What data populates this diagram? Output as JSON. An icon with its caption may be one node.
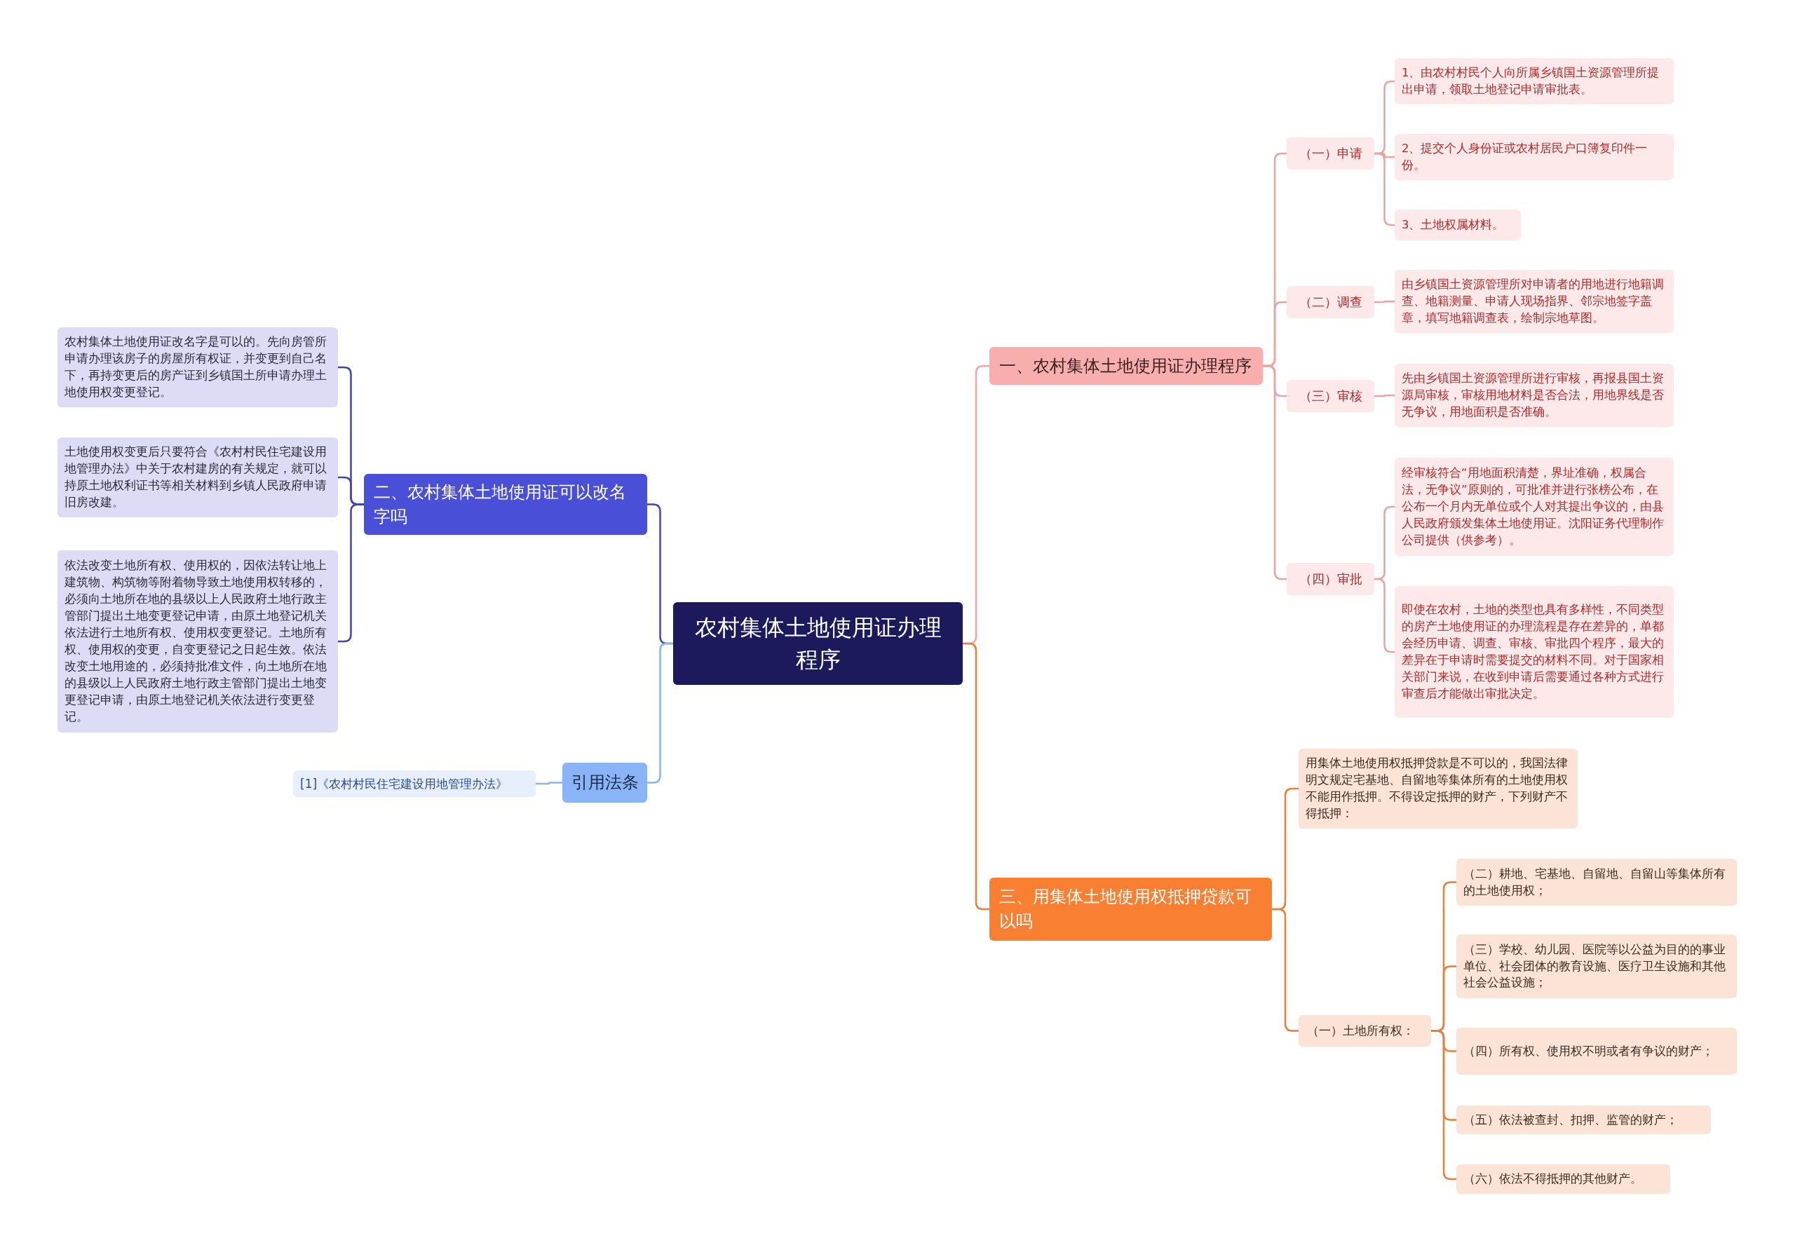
{
  "diagram": {
    "nodes": [
      {
        "text": [
          "农村集体土地使用证办理程序"
        ]
      },
      {
        "text": [
          "一、农村集体土地使用证办理程序"
        ]
      },
      {
        "text": [
          "（一）申请"
        ]
      },
      {
        "text": [
          "1、由农村村民个人向所属乡镇国土资源管理所提出申请，领取土地登记申请审批表。"
        ]
      },
      {
        "text": [
          "2、提交个人身份证或农村居民户口簿复印件一份。"
        ]
      },
      {
        "text": [
          "3、土地权属材料。"
        ]
      },
      {
        "text": [
          "（二）调查"
        ]
      },
      {
        "text": [
          "由乡镇国土资源管理所对申请者的用地进行地籍调查、地籍测量、申请人现场指界、邻宗地签字盖章，填写地籍调查表，绘制宗地草图。"
        ]
      },
      {
        "text": [
          "（三）审核"
        ]
      },
      {
        "text": [
          "先由乡镇国土资源管理所进行审核，再报县国土资源局审核，审核用地材料是否合法，用地界线是否无争议，用地面积是否准确。"
        ]
      },
      {
        "text": [
          "（四）审批"
        ]
      },
      {
        "text": [
          "经审核符合“用地面积清楚，界址准确，权属合法，无争议”原则的，可批准并进行张榜公布，在公布一个月内无单位或个人对其提出争议的，由县人民政府颁发集体土地使用证。沈阳证务代理制作公司提供（供参考）。"
        ]
      },
      {
        "text": [
          "即使在农村，土地的类型也具有多样性，不同类型的房产土地使用证的办理流程是存在差异的，单都会经历申请、调查、审核、审批四个程序，最大的差异在于申请时需要提交的材料不同。对于国家相关部门来说，在收到申请后需要通过各种方式进行审查后才能做出审批决定。"
        ]
      },
      {
        "text": [
          "三、用集体土地使用权抵押贷款可以吗"
        ]
      },
      {
        "text": [
          "用集体土地使用权抵押贷款是不可以的，我国法律明文规定宅基地、自留地等集体所有的土地使用权不能用作抵押。不得设定抵押的财产，下列财产不得抵押："
        ]
      },
      {
        "text": [
          "（一）土地所有权："
        ]
      },
      {
        "text": [
          "（二）耕地、宅基地、自留地、自留山等集体所有的土地使用权；"
        ]
      },
      {
        "text": [
          "（三）学校、幼儿园、医院等以公益为目的的事业单位、社会团体的教育设施、医疗卫生设施和其他社会公益设施；"
        ]
      },
      {
        "text": [
          "（四）所有权、使用权不明或者有争议的财产；"
        ]
      },
      {
        "text": [
          "（五）依法被查封、扣押、监管的财产；"
        ]
      },
      {
        "text": [
          "（六）依法不得抵押的其他财产。"
        ]
      },
      {
        "text": [
          "二、农村集体土地使用证可以改名字吗"
        ]
      },
      {
        "text": [
          "农村集体土地使用证改名字是可以的。先向房管所申请办理该房子的房屋所有权证，并变更到自己名下，再持变更后的房产证到乡镇国土所申请办理土地使用权变更登记。"
        ]
      },
      {
        "text": [
          "土地使用权变更后只要符合《农村村民住宅建设用地管理办法》中关于农村建房的有关规定，就可以持原土地权利证书等相关材料到乡镇人民政府申请旧房改建。"
        ]
      },
      {
        "text": [
          "依法改变土地所有权、使用权的，因依法转让地上建筑物、构筑物等附着物导致土地使用权转移的，必须向土地所在地的县级以上人民政府土地行政主管部门提出土地变更登记申请，由原土地登记机关依法进行土地所有权、使用权变更登记。土地所有权、使用权的变更，自变更登记之日起生效。依法改变土地用途的，必须持批准文件，向土地所在地的县级以上人民政府土地行政主管部门提出土地变更登记申请，由原土地登记机关依法进行变更登记。"
        ]
      },
      {
        "text": [
          "引用法条"
        ]
      },
      {
        "text": [
          "[1]《农村村民住宅建设用地管理办法》"
        ]
      }
    ],
    "edges": [
      {
        "from": 0,
        "to": 1,
        "arrow": "none",
        "color": "#f2a7a7"
      },
      {
        "from": 1,
        "to": 2,
        "arrow": "none",
        "color": "#e9a3a3"
      },
      {
        "from": 2,
        "to": 3,
        "arrow": "none",
        "color": "#e9a3a3"
      },
      {
        "from": 2,
        "to": 4,
        "arrow": "none",
        "color": "#e9a3a3"
      },
      {
        "from": 2,
        "to": 5,
        "arrow": "none",
        "color": "#e9a3a3"
      },
      {
        "from": 1,
        "to": 6,
        "arrow": "none",
        "color": "#e9a3a3"
      },
      {
        "from": 6,
        "to": 7,
        "arrow": "none",
        "color": "#e9a3a3"
      },
      {
        "from": 1,
        "to": 8,
        "arrow": "none",
        "color": "#e9a3a3"
      },
      {
        "from": 8,
        "to": 9,
        "arrow": "none",
        "color": "#e9a3a3"
      },
      {
        "from": 1,
        "to": 10,
        "arrow": "none",
        "color": "#e9a3a3"
      },
      {
        "from": 10,
        "to": 11,
        "arrow": "none",
        "color": "#e9a3a3"
      },
      {
        "from": 10,
        "to": 12,
        "arrow": "none",
        "color": "#e9a3a3"
      },
      {
        "from": 0,
        "to": 13,
        "arrow": "none",
        "color": "#e8803a"
      },
      {
        "from": 13,
        "to": 14,
        "arrow": "none",
        "color": "#e8803a"
      },
      {
        "from": 13,
        "to": 15,
        "arrow": "none",
        "color": "#e8803a"
      },
      {
        "from": 15,
        "to": 16,
        "arrow": "none",
        "color": "#e8803a"
      },
      {
        "from": 15,
        "to": 17,
        "arrow": "none",
        "color": "#e8803a"
      },
      {
        "from": 15,
        "to": 18,
        "arrow": "none",
        "color": "#e8803a"
      },
      {
        "from": 15,
        "to": 19,
        "arrow": "none",
        "color": "#e8803a"
      },
      {
        "from": 15,
        "to": 20,
        "arrow": "none",
        "color": "#e8803a"
      },
      {
        "from": 0,
        "to": 21,
        "arrow": "none",
        "color": "#4448c0"
      },
      {
        "from": 21,
        "to": 22,
        "arrow": "none",
        "color": "#3f43b5"
      },
      {
        "from": 21,
        "to": 23,
        "arrow": "none",
        "color": "#3f43b5"
      },
      {
        "from": 21,
        "to": 24,
        "arrow": "none",
        "color": "#3f43b5"
      },
      {
        "from": 0,
        "to": 25,
        "arrow": "none",
        "color": "#8ab4f0"
      },
      {
        "from": 25,
        "to": 26,
        "arrow": "none",
        "color": "#8ab4f0"
      }
    ]
  }
}
